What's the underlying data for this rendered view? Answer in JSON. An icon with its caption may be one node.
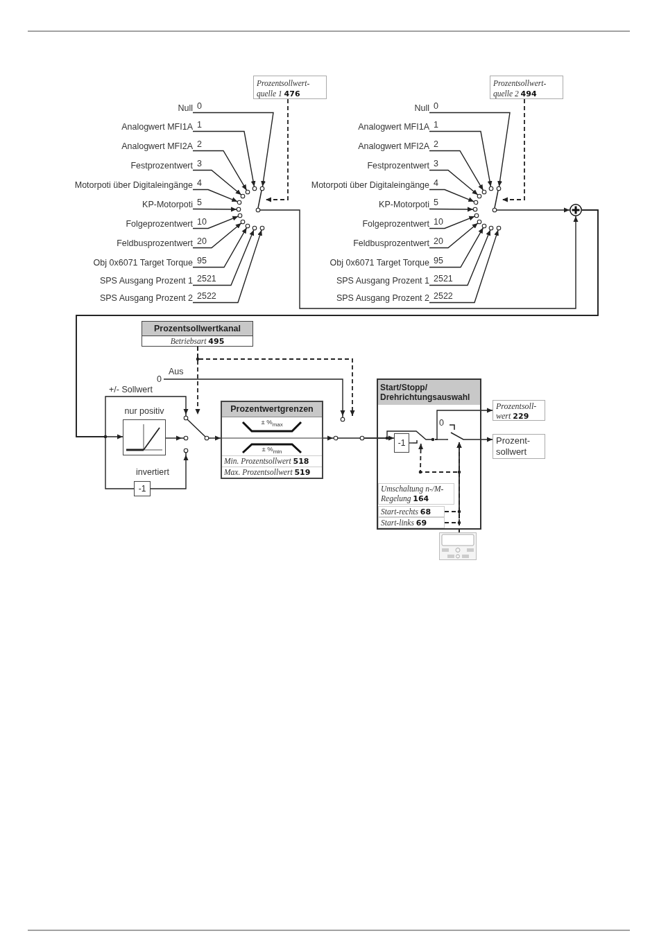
{
  "diagram": {
    "nodes": [
      {
        "text": [
          "Prozentsollwert- quelle 1 **476**"
        ]
      },
      {
        "text": [
          "Null"
        ]
      },
      {
        "text": [
          "Analogwert MFI1A"
        ]
      },
      {
        "text": [
          "Analogwert MFI2A"
        ]
      },
      {
        "text": [
          "Festprozentwert"
        ]
      },
      {
        "text": [
          "Motorpoti über Digitaleingänge"
        ]
      },
      {
        "text": [
          "KP-Motorpoti"
        ]
      },
      {
        "text": [
          "Folgeprozentwert"
        ]
      },
      {
        "text": [
          "Feldbusprozentwert"
        ]
      },
      {
        "text": [
          "Obj 0x6071 Target Torque"
        ]
      },
      {
        "text": [
          "SPS Ausgang Prozent 1"
        ]
      },
      {
        "text": [
          "SPS Ausgang Prozent 2"
        ]
      },
      {
        "text": [],
        "shape": "switch"
      },
      {
        "text": [
          "Prozentsollwert- quelle 2 **494**"
        ]
      },
      {
        "text": [
          "Null"
        ]
      },
      {
        "text": [
          "Analogwert MFI1A"
        ]
      },
      {
        "text": [
          "Analogwert MFI2A"
        ]
      },
      {
        "text": [
          "Festprozentwert"
        ]
      },
      {
        "text": [
          "Motorpoti über Digitaleingänge"
        ]
      },
      {
        "text": [
          "KP-Motorpoti"
        ]
      },
      {
        "text": [
          "Folgeprozentwert"
        ]
      },
      {
        "text": [
          "Feldbusprozentwert"
        ]
      },
      {
        "text": [
          "Obj 0x6071 Target Torque"
        ]
      },
      {
        "text": [
          "SPS Ausgang Prozent 1"
        ]
      },
      {
        "text": [
          "SPS Ausgang Prozent 2"
        ]
      },
      {
        "text": [],
        "shape": "switch"
      },
      {
        "text": [],
        "shape": "circle"
      },
      {
        "text": [
          "Prozentsollwertkanal",
          "Betriebsart **495**"
        ]
      },
      {
        "text": [
          "nur positiv"
        ]
      },
      {
        "text": [
          "-1"
        ],
        "beside": [
          "invertiert"
        ]
      },
      {
        "text": [
          "0"
        ]
      },
      {
        "text": [],
        "shape": "switch"
      },
      {
        "text": [
          "Prozentwertgrenzen",
          "± %$_{max}$",
          "± %$_{min}$",
          "Min. Prozentsollwert **518**",
          "Max. Prozentsollwert **519**"
        ]
      },
      {
        "text": [],
        "shape": "switch"
      },
      {
        "text": [
          "Start/Stopp/ Drehrichtungsauswahl"
        ]
      },
      {
        "text": [
          "-1"
        ],
        "in": 34
      },
      {
        "text": [],
        "shape": "switch",
        "in": 34
      },
      {
        "text": [],
        "shape": "switch",
        "in": 34
      },
      {
        "text": [
          "Umschaltung n-/M- Regelung **164**"
        ],
        "in": 34
      },
      {
        "text": [
          "Start-rechts **68**"
        ],
        "in": 34
      },
      {
        "text": [
          "Start-links **69**"
        ],
        "in": 34
      },
      {
        "text": [
          "Prozentsoll- wert **229**"
        ]
      },
      {
        "text": [
          "Prozent- sollwert"
        ]
      },
      {
        "text": [],
        "shape": "picture"
      }
    ],
    "edges": [
      {
        "from": 1,
        "to": 12,
        "arrow": "to",
        "label": "0"
      },
      {
        "from": 2,
        "to": 12,
        "arrow": "to",
        "label": "1"
      },
      {
        "from": 3,
        "to": 12,
        "arrow": "to",
        "label": "2"
      },
      {
        "from": 4,
        "to": 12,
        "arrow": "to",
        "label": "3"
      },
      {
        "from": 5,
        "to": 12,
        "arrow": "to",
        "label": "4"
      },
      {
        "from": 6,
        "to": 12,
        "arrow": "to",
        "label": "5"
      },
      {
        "from": 7,
        "to": 12,
        "arrow": "to",
        "label": "10"
      },
      {
        "from": 8,
        "to": 12,
        "arrow": "to",
        "label": "20"
      },
      {
        "from": 9,
        "to": 12,
        "arrow": "to",
        "label": "95"
      },
      {
        "from": 10,
        "to": 12,
        "arrow": "to",
        "label": "2521"
      },
      {
        "from": 11,
        "to": 12,
        "arrow": "to",
        "label": "2522"
      },
      {
        "from": 0,
        "to": 12,
        "arrow": "to",
        "style": "dashed"
      },
      {
        "from": 14,
        "to": 25,
        "arrow": "to",
        "label": "0"
      },
      {
        "from": 15,
        "to": 25,
        "arrow": "to",
        "label": "1"
      },
      {
        "from": 16,
        "to": 25,
        "arrow": "to",
        "label": "2"
      },
      {
        "from": 17,
        "to": 25,
        "arrow": "to",
        "label": "3"
      },
      {
        "from": 18,
        "to": 25,
        "arrow": "to",
        "label": "4"
      },
      {
        "from": 19,
        "to": 25,
        "arrow": "to",
        "label": "5"
      },
      {
        "from": 20,
        "to": 25,
        "arrow": "to",
        "label": "10"
      },
      {
        "from": 21,
        "to": 25,
        "arrow": "to",
        "label": "20"
      },
      {
        "from": 22,
        "to": 25,
        "arrow": "to",
        "label": "95"
      },
      {
        "from": 23,
        "to": 25,
        "arrow": "to",
        "label": "2521"
      },
      {
        "from": 24,
        "to": 25,
        "arrow": "to",
        "label": "2522"
      },
      {
        "from": 13,
        "to": 25,
        "arrow": "to",
        "style": "dashed"
      },
      {
        "from": 12,
        "to": 26,
        "arrow": "to"
      },
      {
        "from": 25,
        "to": 26,
        "arrow": "to"
      },
      {
        "from": 26,
        "to": 28,
        "arrow": "to"
      },
      {
        "from": 26,
        "to": 31,
        "arrow": "to",
        "label": "+/- Sollwert"
      },
      {
        "from": 26,
        "to": 29,
        "arrow": "none"
      },
      {
        "from": 29,
        "to": 31,
        "arrow": "to"
      },
      {
        "from": 28,
        "to": 31,
        "arrow": "to"
      },
      {
        "from": 27,
        "to": 31,
        "arrow": "to",
        "style": "dashed"
      },
      {
        "from": 27,
        "to": 33,
        "arrow": "to",
        "style": "dashed"
      },
      {
        "from": 31,
        "to": 32,
        "arrow": "to"
      },
      {
        "from": 32,
        "to": 33,
        "arrow": "to"
      },
      {
        "from": 30,
        "to": 33,
        "arrow": "to",
        "label": "Aus"
      },
      {
        "from": 33,
        "to": 35,
        "arrow": "to"
      },
      {
        "from": 33,
        "to": 36,
        "arrow": "none"
      },
      {
        "from": 35,
        "to": 36,
        "arrow": "none"
      },
      {
        "from": 36,
        "to": 41,
        "arrow": "to"
      },
      {
        "from": 36,
        "to": 37,
        "arrow": "none"
      },
      {
        "from": 37,
        "to": 42,
        "arrow": "to"
      },
      {
        "from": 39,
        "to": 37,
        "arrow": "to",
        "style": "dashed"
      },
      {
        "from": 40,
        "to": 37,
        "arrow": "to",
        "style": "dashed"
      },
      {
        "from": 43,
        "to": 37,
        "arrow": "to",
        "style": "dashed"
      },
      {
        "from": 43,
        "to": 36,
        "arrow": "to",
        "style": "dashed"
      }
    ],
    "labels": [
      "0"
    ]
  }
}
